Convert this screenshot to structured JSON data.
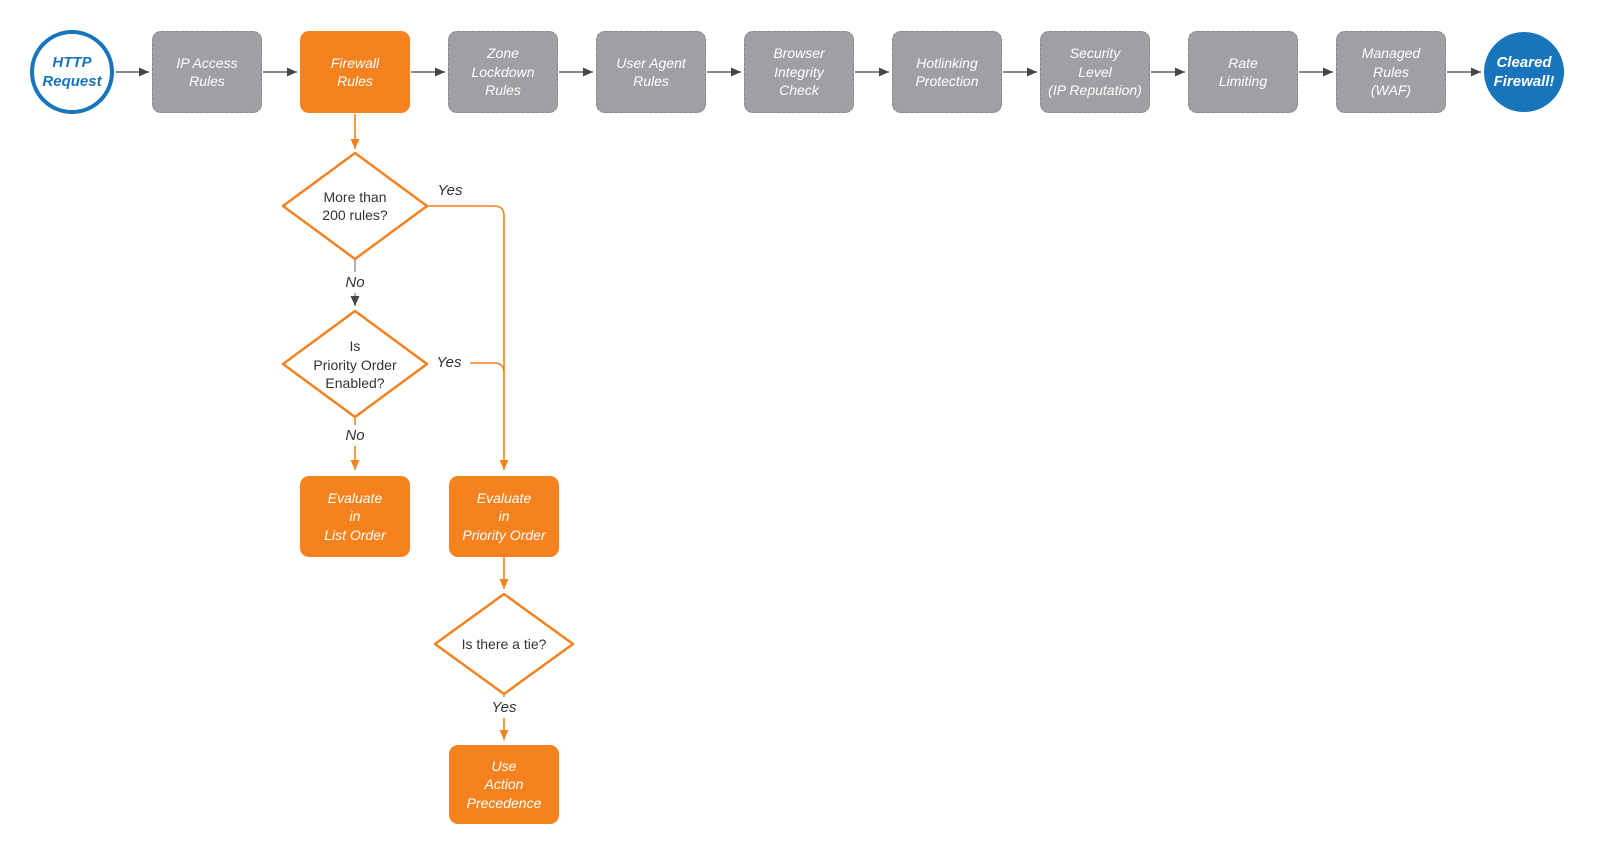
{
  "colors": {
    "accent_orange": "#F6821F",
    "accent_blue": "#1874BB",
    "stage_gray": "#9EA0A3",
    "connector_dark": "#4A4C4F",
    "text_dark": "#333333"
  },
  "pipeline": {
    "start": "HTTP\nRequest",
    "stages": [
      "IP Access\nRules",
      "Firewall\nRules",
      "Zone\nLockdown\nRules",
      "User Agent\nRules",
      "Browser\nIntegrity\nCheck",
      "Hotlinking\nProtection",
      "Security\nLevel\n(IP Reputation)",
      "Rate\nLimiting",
      "Managed\nRules\n(WAF)"
    ],
    "end": "Cleared\nFirewall!"
  },
  "decisions": {
    "more_than_200": {
      "question": "More than\n200 rules?",
      "yes": "Yes",
      "no": "No"
    },
    "priority_enabled": {
      "question": "Is\nPriority Order\nEnabled?",
      "yes": "Yes",
      "no": "No"
    },
    "tie": {
      "question": "Is there a tie?",
      "yes": "Yes"
    }
  },
  "actions": {
    "list_order": "Evaluate\nin\nList Order",
    "priority_order": "Evaluate\nin\nPriority Order",
    "action_precedence": "Use\nAction\nPrecedence"
  }
}
